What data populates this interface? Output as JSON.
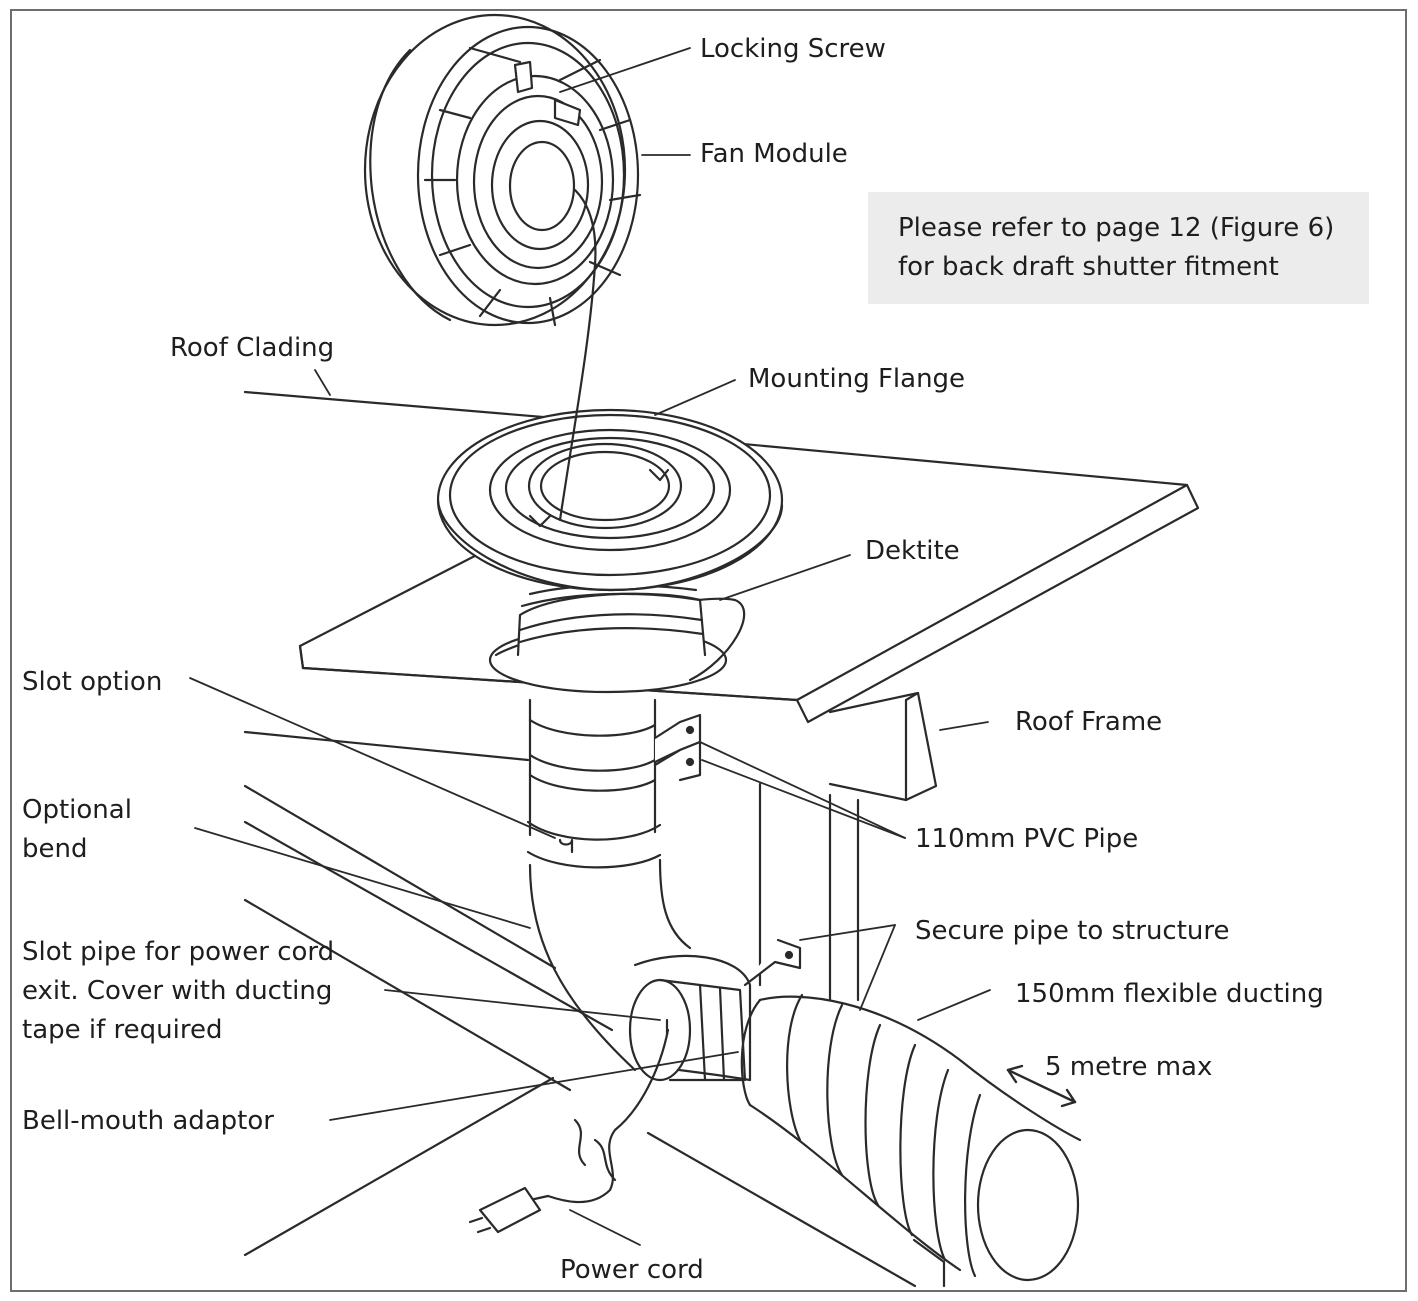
{
  "note": {
    "line1": "Please refer to page 12 (Figure 6)",
    "line2": "for back draft shutter fitment"
  },
  "labels": {
    "locking_screw": "Locking Screw",
    "fan_module": "Fan Module",
    "roof_clading": "Roof Clading",
    "mounting_flange": "Mounting Flange",
    "dektite": "Dektite",
    "slot_option": "Slot option",
    "roof_frame": "Roof Frame",
    "optional_bend_1": "Optional",
    "optional_bend_2": "bend",
    "pvc_pipe": "110mm PVC Pipe",
    "secure_pipe": "Secure pipe to structure",
    "slot_pipe_1": "Slot pipe for power cord",
    "slot_pipe_2": "exit. Cover with ducting",
    "slot_pipe_3": "tape if required",
    "flexible_ducting": "150mm flexible ducting",
    "max_length": "5 metre max",
    "bell_mouth": "Bell-mouth adaptor",
    "power_cord": "Power cord"
  },
  "colors": {
    "line": "#2a2a2a",
    "text": "#1e1e1e",
    "note_bg": "#ececec",
    "frame": "#6d6d6d"
  }
}
